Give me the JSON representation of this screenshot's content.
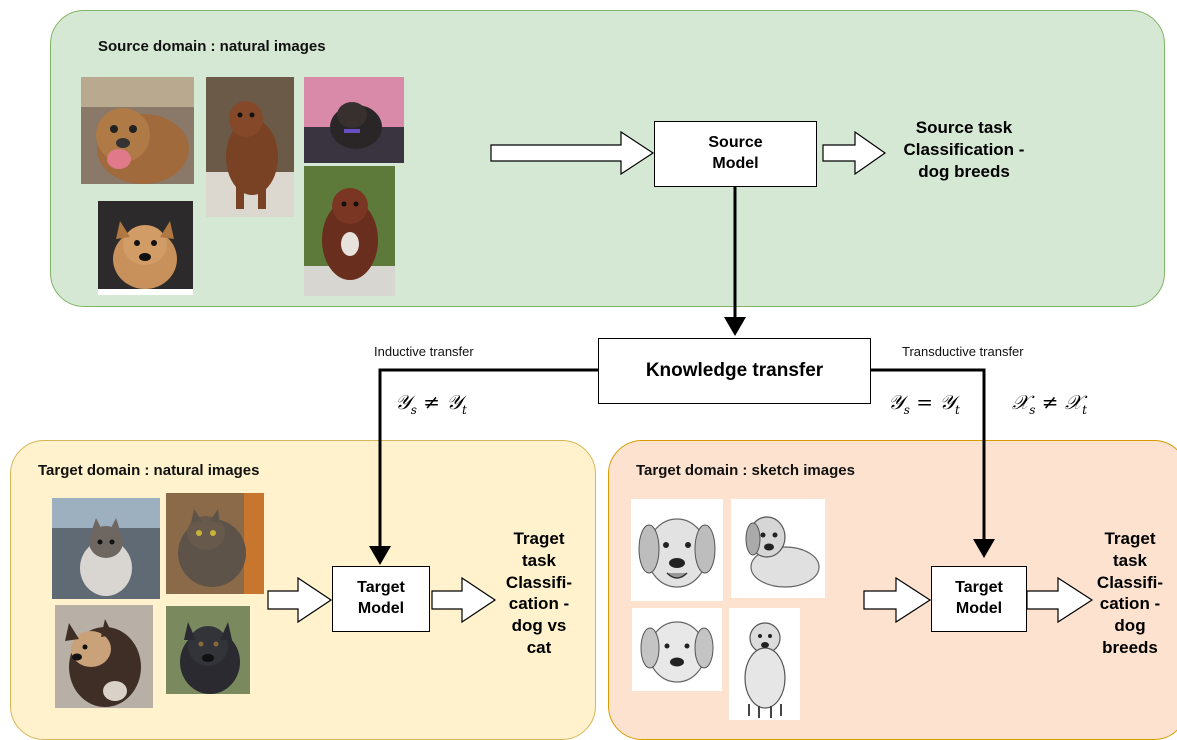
{
  "source_panel": {
    "title": "Source domain : natural images"
  },
  "source_model": {
    "label": "Source\nModel"
  },
  "source_task": {
    "label": "Source task\nClassification -\ndog breeds"
  },
  "knowledge_transfer": {
    "label": "Knowledge transfer"
  },
  "inductive": {
    "label": "Inductive transfer",
    "condition": {
      "ys": "𝒴",
      "s_sub": "s",
      "neq": " ≠ ",
      "yt": "𝒴",
      "t_sub": "t"
    }
  },
  "transductive": {
    "label": "Transductive transfer",
    "condition_y": {
      "ys": "𝒴",
      "s_sub": "s",
      "eq": " = ",
      "yt": "𝒴",
      "t_sub": "t"
    },
    "condition_x": {
      "xs": "𝒳",
      "s_sub": "s",
      "neq": " ≠ ",
      "xt": "𝒳",
      "t_sub": "t"
    }
  },
  "target_natural_panel": {
    "title": "Target domain : natural images"
  },
  "target_natural_model": {
    "label": "Target\nModel"
  },
  "target_natural_task": {
    "label": "Traget\ntask\nClassifi-\ncation -\ndog vs\ncat"
  },
  "target_sketch_panel": {
    "title": "Target domain : sketch images"
  },
  "target_sketch_model": {
    "label": "Target\nModel"
  },
  "target_sketch_task": {
    "label": "Traget\ntask\nClassifi-\ncation -\ndog\nbreeds"
  },
  "colors": {
    "source_fill": "#d5e8d4",
    "source_border": "#82b366",
    "target_natural_fill": "#fff2cc",
    "target_natural_border": "#d6b656",
    "target_sketch_fill": "#fde3cf",
    "target_sketch_border": "#d79b00"
  },
  "icons": {
    "source_photos": [
      "dog-photo-icon",
      "dog-photo-icon",
      "dog-photo-icon",
      "dog-photo-icon",
      "dog-photo-icon"
    ],
    "target_natural_photos": [
      "cat-photo-icon",
      "cat-photo-icon",
      "dog-photo-icon",
      "dog-photo-icon"
    ],
    "target_sketch_images": [
      "dog-sketch-icon",
      "dog-sketch-icon",
      "dog-sketch-icon",
      "dog-sketch-icon"
    ]
  }
}
